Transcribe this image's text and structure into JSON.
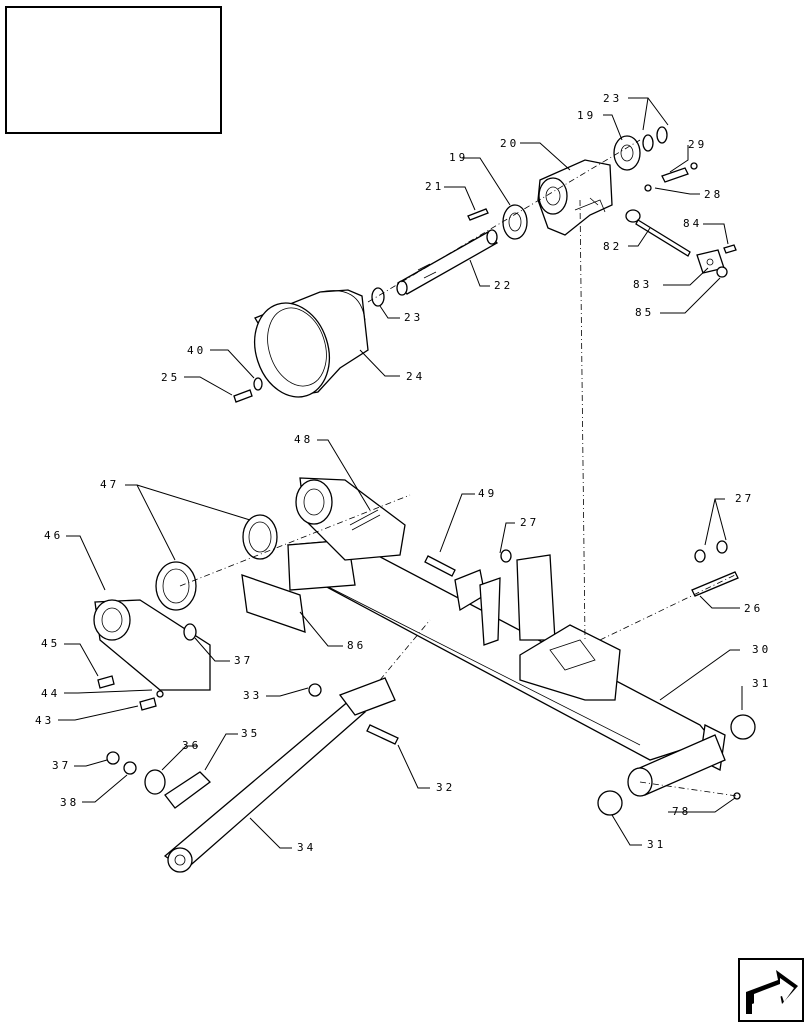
{
  "title_block": {
    "text": ""
  },
  "callouts": [
    {
      "label": "23"
    },
    {
      "label": "19"
    },
    {
      "label": "20"
    },
    {
      "label": "29"
    },
    {
      "label": "19"
    },
    {
      "label": "21"
    },
    {
      "label": "28"
    },
    {
      "label": "84"
    },
    {
      "label": "82"
    },
    {
      "label": "22"
    },
    {
      "label": "83"
    },
    {
      "label": "85"
    },
    {
      "label": "23"
    },
    {
      "label": "40"
    },
    {
      "label": "24"
    },
    {
      "label": "25"
    },
    {
      "label": "48"
    },
    {
      "label": "47"
    },
    {
      "label": "49"
    },
    {
      "label": "27"
    },
    {
      "label": "27"
    },
    {
      "label": "46"
    },
    {
      "label": "26"
    },
    {
      "label": "86"
    },
    {
      "label": "37"
    },
    {
      "label": "30"
    },
    {
      "label": "45"
    },
    {
      "label": "31"
    },
    {
      "label": "44"
    },
    {
      "label": "33"
    },
    {
      "label": "43"
    },
    {
      "label": "35"
    },
    {
      "label": "36"
    },
    {
      "label": "37"
    },
    {
      "label": "78"
    },
    {
      "label": "32"
    },
    {
      "label": "38"
    },
    {
      "label": "34"
    },
    {
      "label": "31"
    }
  ],
  "navigation": {
    "icon": "next-page-arrow-icon"
  }
}
